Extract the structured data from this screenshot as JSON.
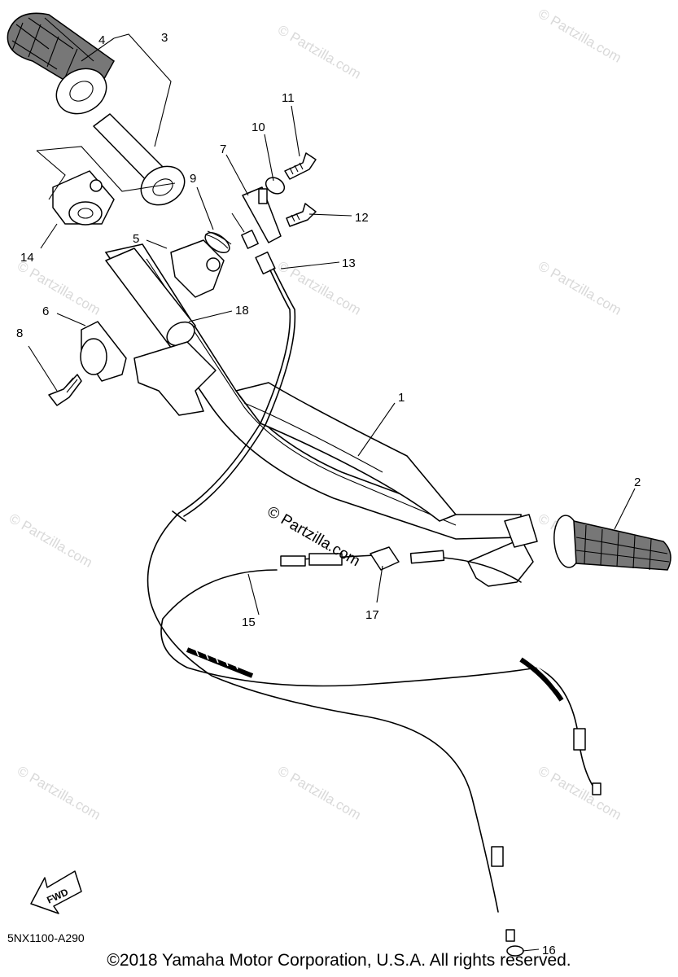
{
  "diagram": {
    "callouts": [
      {
        "id": "1",
        "text": "1"
      },
      {
        "id": "2",
        "text": "2"
      },
      {
        "id": "3",
        "text": "3"
      },
      {
        "id": "4",
        "text": "4"
      },
      {
        "id": "5",
        "text": "5"
      },
      {
        "id": "6",
        "text": "6"
      },
      {
        "id": "7",
        "text": "7"
      },
      {
        "id": "8",
        "text": "8"
      },
      {
        "id": "9",
        "text": "9"
      },
      {
        "id": "10",
        "text": "10"
      },
      {
        "id": "11",
        "text": "11"
      },
      {
        "id": "12",
        "text": "12"
      },
      {
        "id": "13",
        "text": "13"
      },
      {
        "id": "14",
        "text": "14"
      },
      {
        "id": "15",
        "text": "15"
      },
      {
        "id": "16",
        "text": "16"
      },
      {
        "id": "17",
        "text": "17"
      },
      {
        "id": "18",
        "text": "18"
      }
    ],
    "fwd_label": "FWD",
    "diagram_code": "5NX1100-A290",
    "copyright": "©2018 Yamaha Motor Corporation, U.S.A. All rights reserved.",
    "watermark": "© Partzilla.com",
    "colors": {
      "ink": "#000000",
      "background": "#ffffff",
      "grip": "#777777",
      "watermark": "#d9d9d9"
    }
  }
}
